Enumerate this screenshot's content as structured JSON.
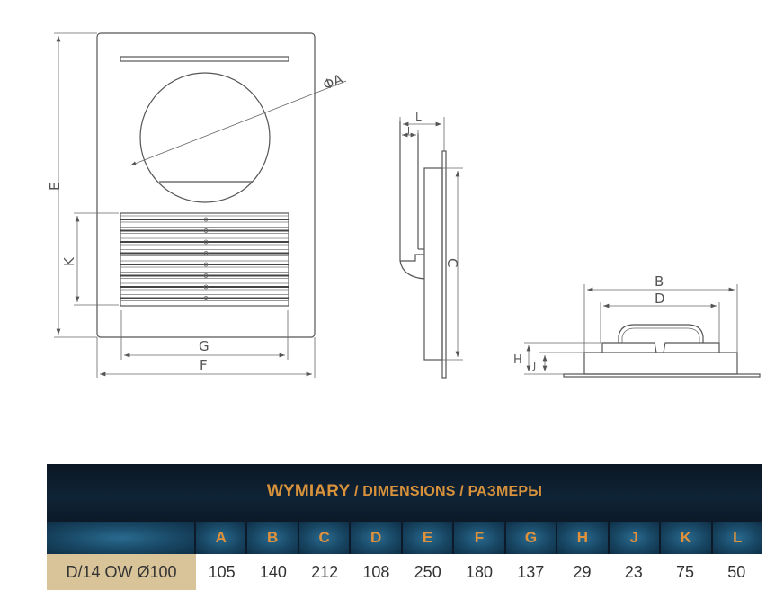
{
  "drawing": {
    "labels": {
      "phiA": "ΦA",
      "B": "B",
      "C": "C",
      "D": "D",
      "E": "E",
      "F": "F",
      "G": "G",
      "H": "H",
      "J": "J",
      "K": "K",
      "L": "L"
    }
  },
  "table": {
    "title_main": "WYMIARY",
    "title_en": "DIMENSIONS",
    "title_ru": "РАЗМЕРЫ",
    "separator": " / ",
    "columns": [
      "A",
      "B",
      "C",
      "D",
      "E",
      "F",
      "G",
      "H",
      "J",
      "K",
      "L"
    ],
    "rows": [
      {
        "model": "D/14 OW Ø100",
        "values": [
          "105",
          "140",
          "212",
          "108",
          "250",
          "180",
          "137",
          "29",
          "23",
          "75",
          "50"
        ]
      }
    ],
    "colors": {
      "title": "#d8923c",
      "letters": "#e0913a",
      "model_bg": "#d9c49a"
    }
  }
}
